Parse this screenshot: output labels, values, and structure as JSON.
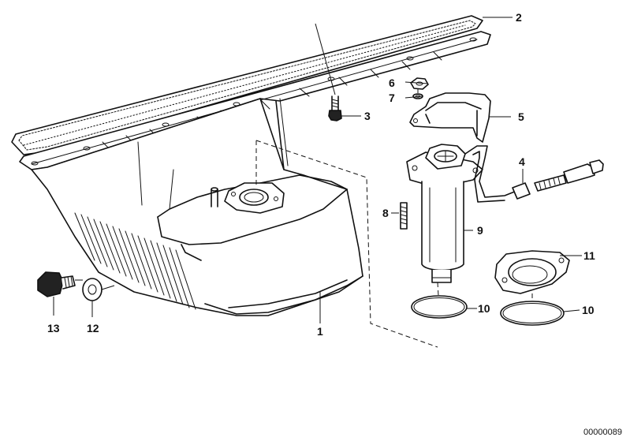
{
  "callouts": {
    "c1": "1",
    "c2": "2",
    "c3": "3",
    "c4": "4",
    "c5": "5",
    "c6": "6",
    "c7": "7",
    "c8": "8",
    "c9": "9",
    "c10a": "10",
    "c10b": "10",
    "c11": "11",
    "c12": "12",
    "c13": "13"
  },
  "document_number": "00000089"
}
